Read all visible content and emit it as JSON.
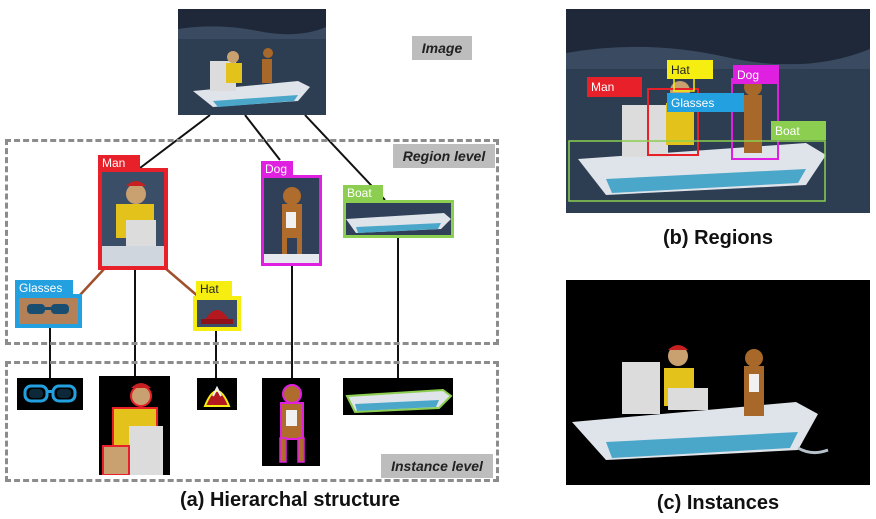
{
  "labels": {
    "image": "Image",
    "region_level": "Region level",
    "instance_level": "Instance level"
  },
  "tags": {
    "man": "Man",
    "dog": "Dog",
    "boat": "Boat",
    "glasses": "Glasses",
    "hat": "Hat"
  },
  "captions": {
    "a": "(a) Hierarchal structure",
    "b": "(b) Regions",
    "c": "(c) Instances"
  },
  "colors": {
    "man": "#e8202a",
    "dog": "#e020e0",
    "boat": "#8ccf50",
    "glasses": "#22a0e0",
    "hat": "#f5ee10",
    "edge_black": "#111111",
    "edge_brown": "#a0502a",
    "dashed": "#8c8c8c",
    "gray_tag": "#bdbdbd"
  }
}
